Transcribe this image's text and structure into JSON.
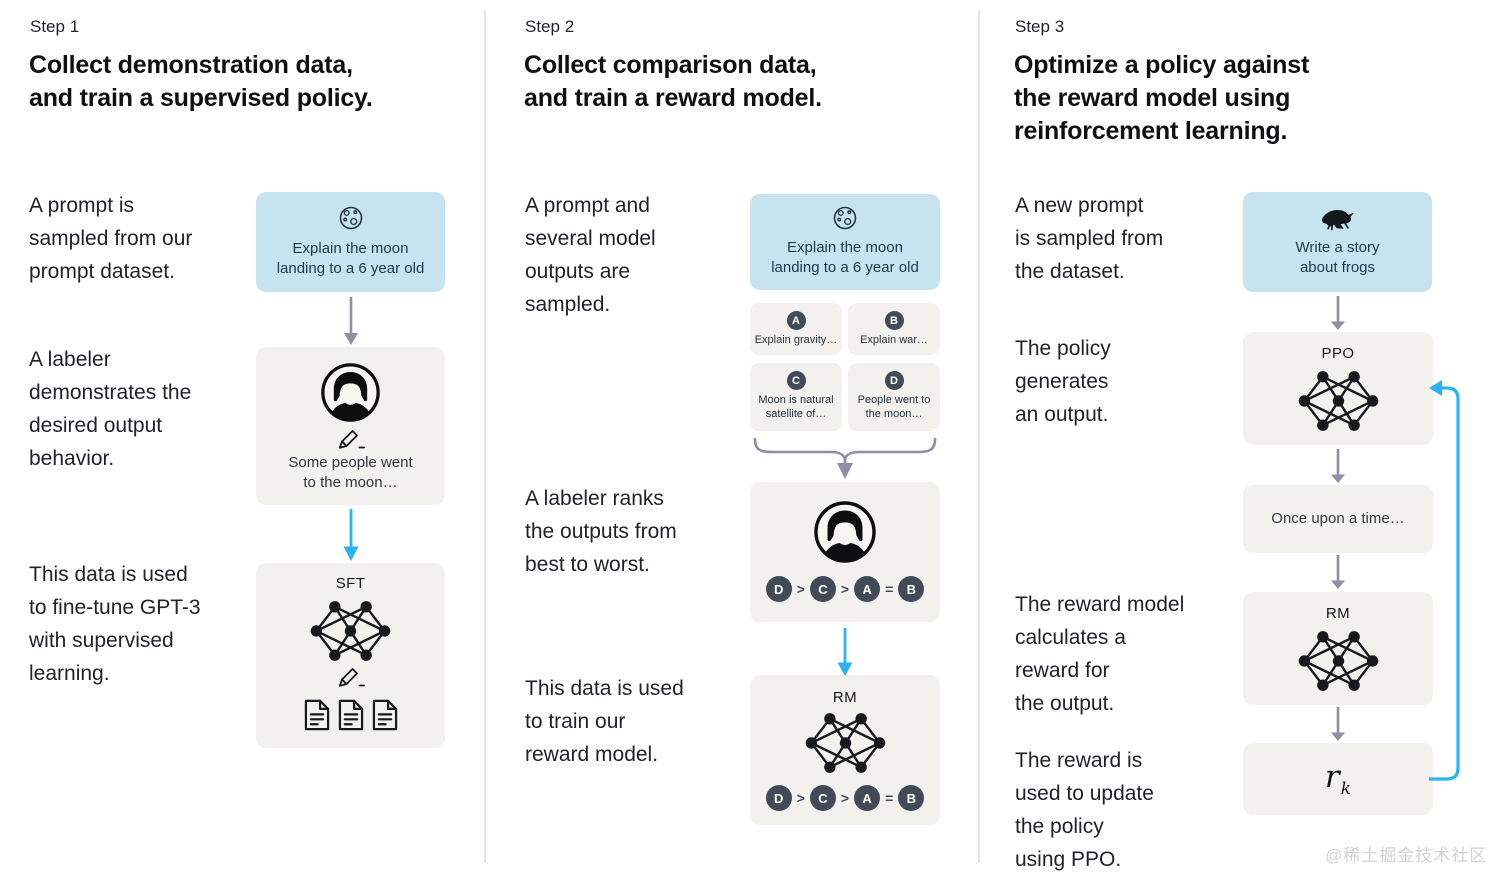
{
  "watermark": "@稀土掘金技术社区",
  "colors": {
    "prompt_box_bg": "#c8e3f0",
    "panel_bg": "#f2f1ee",
    "badge_bg": "#434a57",
    "arrow_gray": "#8e8ea6",
    "arrow_blue": "#2bb3f2",
    "box_text": "#20384e"
  },
  "steps": [
    {
      "label": "Step 1",
      "title": "Collect demonstration data,\nand train a supervised policy.",
      "captions": {
        "prompt": "A prompt is\nsampled from our\nprompt dataset.",
        "labeler": "A labeler\ndemonstrates the\ndesired output\nbehavior.",
        "data_use": "This data is used\nto fine-tune GPT-3\nwith supervised\nlearning."
      },
      "prompt_box": "Explain the moon\nlanding to a 6 year old",
      "demo_text": "Some people went\nto the moon…",
      "model_label": "SFT"
    },
    {
      "label": "Step 2",
      "title": "Collect comparison data,\nand train a reward model.",
      "captions": {
        "prompt": "A prompt and\nseveral model\noutputs are\nsampled.",
        "labeler": "A labeler ranks\nthe outputs from\nbest to worst.",
        "data_use": "This data is used\nto train our\nreward model."
      },
      "prompt_box": "Explain the moon\nlanding to a 6 year old",
      "outputs": [
        {
          "letter": "A",
          "text": "Explain gravity…"
        },
        {
          "letter": "B",
          "text": "Explain war…"
        },
        {
          "letter": "C",
          "text": "Moon is natural\nsatellite of…"
        },
        {
          "letter": "D",
          "text": "People went to\nthe moon…"
        }
      ],
      "ranking": [
        "D",
        ">",
        "C",
        ">",
        "A",
        "=",
        "B"
      ],
      "model_label": "RM"
    },
    {
      "label": "Step 3",
      "title": "Optimize a policy against\nthe reward model using\nreinforcement learning.",
      "captions": {
        "prompt": "A new prompt\nis sampled from\nthe dataset.",
        "policy": "The policy\ngenerates\nan output.",
        "reward_calc": "The reward model\ncalculates a\nreward for\nthe output.",
        "reward_update": "The reward is\nused to update\nthe policy\nusing PPO."
      },
      "prompt_box": "Write a story\nabout frogs",
      "policy_label": "PPO",
      "output_box": "Once upon a time…",
      "rm_label": "RM",
      "reward_symbol": {
        "base": "r",
        "sub": "k"
      }
    }
  ]
}
